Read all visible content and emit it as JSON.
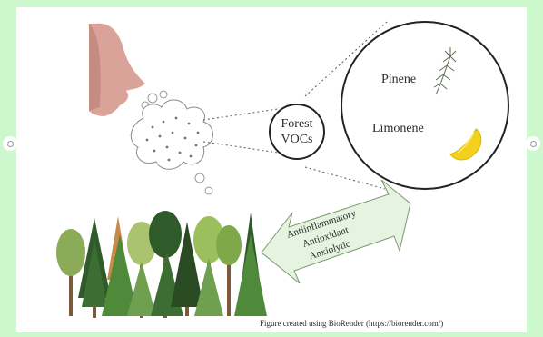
{
  "labels": {
    "forest_vocs_line1": "Forest",
    "forest_vocs_line2": "VOCs",
    "pinene": "Pinene",
    "limonene": "Limonene",
    "effect_1": "Antiinflammatory",
    "effect_2": "Antioxidant",
    "effect_3": "Anxiolytic",
    "credit": "Figure created using BioRender (https://biorender.com/)"
  },
  "icons": {
    "nose": "human-nose-icon",
    "breath": "breath-cloud-icon",
    "pine": "pine-needle-icon",
    "lemon": "lemon-slice-icon",
    "forest": "forest-trees-icon",
    "arrow": "effects-arrow-icon"
  },
  "colors": {
    "page_background": "#cdf7cd",
    "panel_background": "#ffffff",
    "skin": "#d9a39a",
    "lemon": "#f4d01e",
    "tree_dark": "#2f5a2a",
    "tree_light": "#6fa04f",
    "arrow_fill": "#e6f3e0"
  }
}
